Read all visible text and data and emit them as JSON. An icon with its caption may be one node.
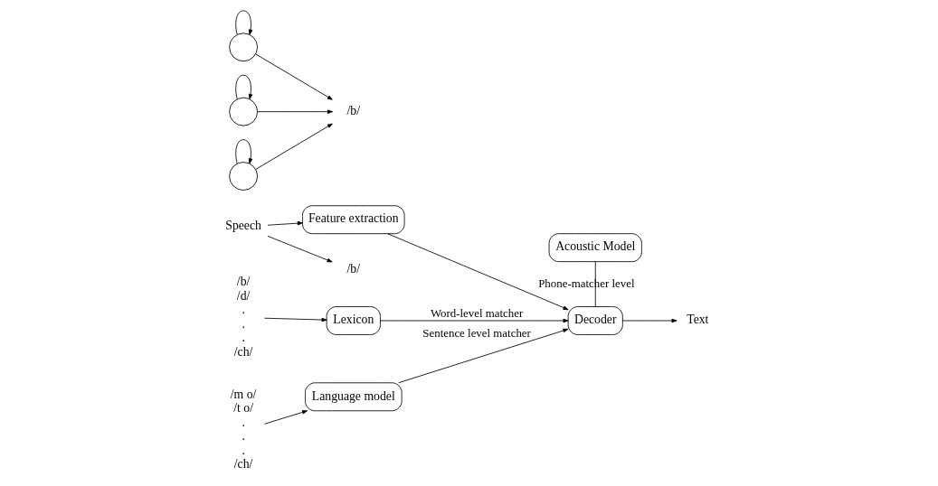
{
  "diagram": {
    "nodes": [
      {
        "text": [
          "Acoustic Model"
        ]
      },
      {
        "text": [
          "Feature extraction"
        ]
      },
      {
        "text": [
          "Decoder"
        ]
      },
      {
        "text": [
          "Text"
        ]
      },
      {
        "text": [
          "Speech"
        ]
      },
      {
        "text": [
          "Lexicon"
        ]
      },
      {
        "text": [
          "Language model"
        ]
      },
      {
        "text": [
          "/b/"
        ]
      },
      {
        "text": [],
        "shape": "circle"
      },
      {
        "text": [],
        "shape": "circle"
      },
      {
        "text": [],
        "shape": "circle"
      },
      {
        "text": [
          "/b/"
        ]
      },
      {
        "text": [
          "/b/",
          "/d/",
          ".",
          ".",
          ".",
          "/ch/"
        ]
      },
      {
        "text": [
          "/m o/",
          "/t o/",
          ".",
          ".",
          ".",
          "/ch/"
        ]
      }
    ],
    "edges": [
      {
        "from": 0,
        "to": 2,
        "arrow": "none",
        "label": "Phone-matcher level"
      },
      {
        "from": 4,
        "to": 1,
        "arrow": "to"
      },
      {
        "from": 1,
        "to": 2,
        "arrow": "to"
      },
      {
        "from": 2,
        "to": 3,
        "arrow": "to"
      },
      {
        "from": 5,
        "to": 2,
        "arrow": "to",
        "label": "Word-level matcher"
      },
      {
        "from": 6,
        "to": 2,
        "arrow": "to",
        "label": "Sentence level matcher"
      },
      {
        "from": 12,
        "to": 5,
        "arrow": "to"
      },
      {
        "from": 13,
        "to": 6,
        "arrow": "to"
      },
      {
        "from": 4,
        "to": 7,
        "arrow": "to"
      },
      {
        "from": 8,
        "to": 8,
        "arrow": "to"
      },
      {
        "from": 9,
        "to": 9,
        "arrow": "to"
      },
      {
        "from": 10,
        "to": 10,
        "arrow": "to"
      },
      {
        "from": 8,
        "to": 11,
        "arrow": "to"
      },
      {
        "from": 9,
        "to": 11,
        "arrow": "to"
      },
      {
        "from": 10,
        "to": 11,
        "arrow": "to"
      }
    ]
  }
}
